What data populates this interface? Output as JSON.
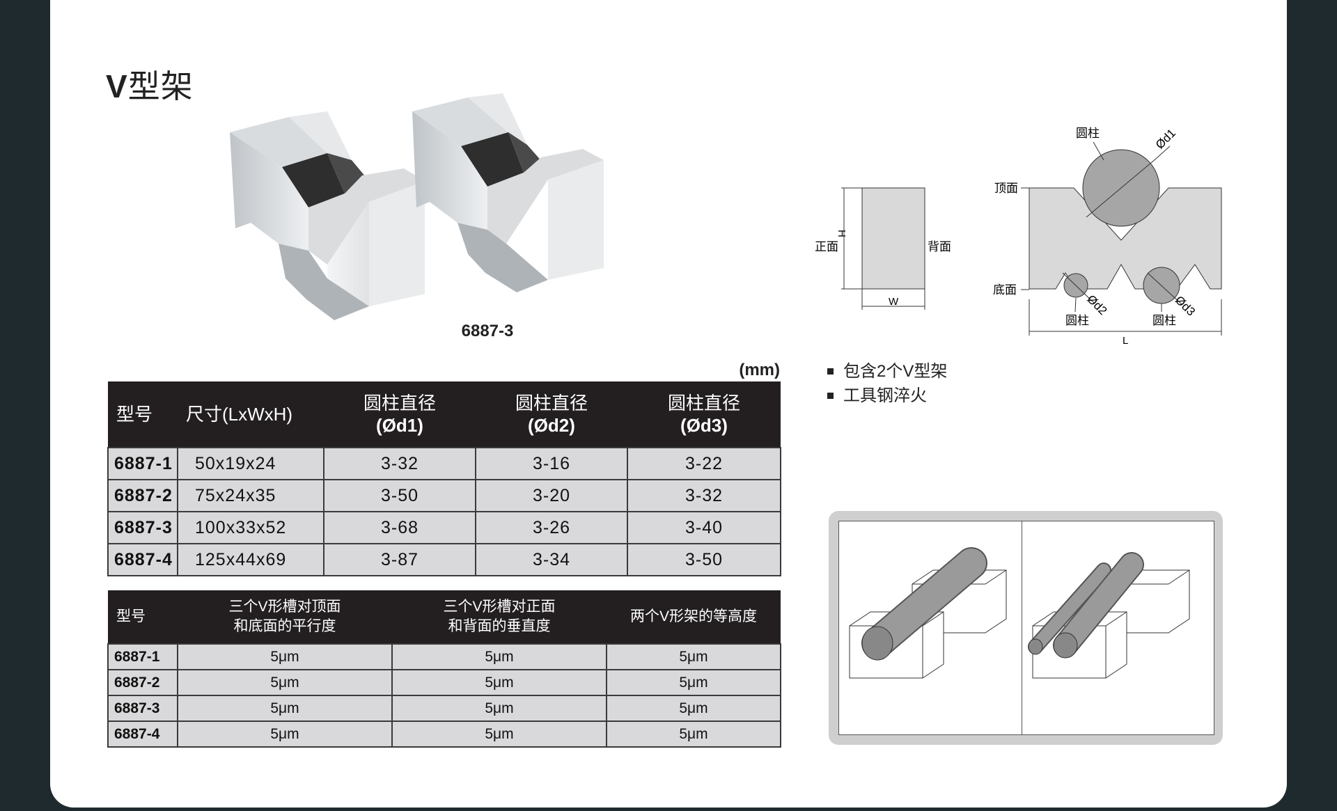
{
  "title": {
    "latin": "V",
    "cn": "型架"
  },
  "product_caption": "6887-3",
  "unit": "(mm)",
  "table1": {
    "headers": [
      "型号",
      "尺寸(LxWxH)",
      "圆柱直径",
      "(Ød1)",
      "圆柱直径",
      "(Ød2)",
      "圆柱直径",
      "(Ød3)"
    ],
    "rows": [
      [
        "6887-1",
        "50x19x24",
        "3-32",
        "3-16",
        "3-22"
      ],
      [
        "6887-2",
        "75x24x35",
        "3-50",
        "3-20",
        "3-32"
      ],
      [
        "6887-3",
        "100x33x52",
        "3-68",
        "3-26",
        "3-40"
      ],
      [
        "6887-4",
        "125x44x69",
        "3-87",
        "3-34",
        "3-50"
      ]
    ]
  },
  "table2": {
    "headers": [
      "型号",
      "三个V形槽对顶面",
      "和底面的平行度",
      "三个V形槽对正面",
      "和背面的垂直度",
      "两个V形架的等高度"
    ],
    "rows": [
      [
        "6887-1",
        "5μm",
        "5μm",
        "5μm"
      ],
      [
        "6887-2",
        "5μm",
        "5μm",
        "5μm"
      ],
      [
        "6887-3",
        "5μm",
        "5μm",
        "5μm"
      ],
      [
        "6887-4",
        "5μm",
        "5μm",
        "5μm"
      ]
    ]
  },
  "diagram_labels": {
    "front": "正面",
    "back": "背面",
    "h": "H",
    "w": "W",
    "top": "顶面",
    "bottom": "底面",
    "cylinder": "圆柱",
    "d1": "Ød1",
    "d2": "Ød2",
    "d3": "Ød3",
    "l": "L"
  },
  "bullets": [
    "包含2个V型架",
    "工具钢淬火"
  ]
}
